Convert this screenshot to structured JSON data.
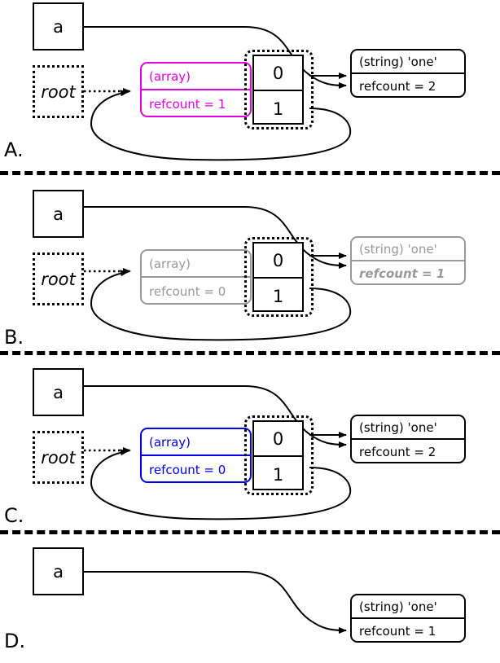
{
  "diagram": {
    "title": "PHP reference counting / garbage collection states",
    "colors": {
      "black": "#000000",
      "grey": "#999999",
      "magenta": "#e000e0",
      "blue": "#0000ee",
      "background": "#ffffff"
    },
    "common": {
      "var_label": "a",
      "root_label": "root",
      "array_type_label": "(array)",
      "index_0": "0",
      "index_1": "1",
      "string_type_label": "(string) 'one'"
    },
    "panels": [
      {
        "id": "A",
        "label": "A.",
        "variable": "a",
        "root": "root",
        "array_node": {
          "type_label": "(array)",
          "refcount_label": "refcount = 1",
          "color": "#e000e0",
          "emphasis": false
        },
        "buckets": [
          "0",
          "1"
        ],
        "string_node": {
          "type_label": "(string) 'one'",
          "refcount_label": "refcount = 2",
          "color": "#000000",
          "emphasis": false
        },
        "has_self_loop": true,
        "has_root": true
      },
      {
        "id": "B",
        "label": "B.",
        "variable": "a",
        "root": "root",
        "array_node": {
          "type_label": "(array)",
          "refcount_label": "refcount = 0",
          "color": "#999999",
          "emphasis": false
        },
        "buckets": [
          "0",
          "1"
        ],
        "string_node": {
          "type_label": "(string) 'one'",
          "refcount_label": "refcount = 1",
          "color": "#999999",
          "emphasis": true
        },
        "has_self_loop": true,
        "has_root": true
      },
      {
        "id": "C",
        "label": "C.",
        "variable": "a",
        "root": "root",
        "array_node": {
          "type_label": "(array)",
          "refcount_label": "refcount = 0",
          "color": "#0000ee",
          "emphasis": false
        },
        "buckets": [
          "0",
          "1"
        ],
        "string_node": {
          "type_label": "(string) 'one'",
          "refcount_label": "refcount = 2",
          "color": "#000000",
          "emphasis": false
        },
        "has_self_loop": true,
        "has_root": true
      },
      {
        "id": "D",
        "label": "D.",
        "variable": "a",
        "root": null,
        "array_node": null,
        "buckets": [],
        "string_node": {
          "type_label": "(string) 'one'",
          "refcount_label": "refcount = 1",
          "color": "#000000",
          "emphasis": false
        },
        "has_self_loop": false,
        "has_root": false
      }
    ],
    "separators": [
      210,
      431,
      651
    ]
  }
}
